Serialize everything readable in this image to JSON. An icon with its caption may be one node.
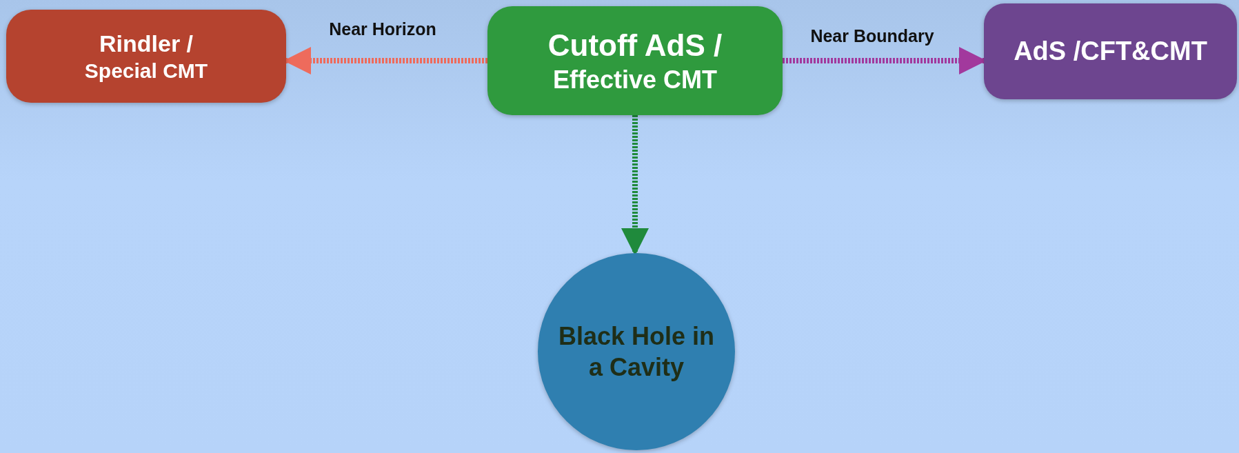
{
  "diagram": {
    "nodes": [
      {
        "text": [
          "Rindler /",
          "Special CMT"
        ]
      },
      {
        "text": [
          "Cutoff AdS /",
          "Effective CMT"
        ]
      },
      {
        "text": [
          "AdS /CFT&CMT"
        ]
      },
      {
        "text": [
          "Black Hole in a Cavity"
        ]
      }
    ],
    "edges": [
      {
        "from": 1,
        "to": 0,
        "arrow": "to",
        "label": "Near Horizon",
        "color": "#ee6b5c"
      },
      {
        "from": 1,
        "to": 2,
        "arrow": "to",
        "label": "Near Boundary",
        "color": "#a2399d"
      },
      {
        "from": 1,
        "to": 3,
        "arrow": "to",
        "color": "#1f8a3c"
      }
    ]
  }
}
